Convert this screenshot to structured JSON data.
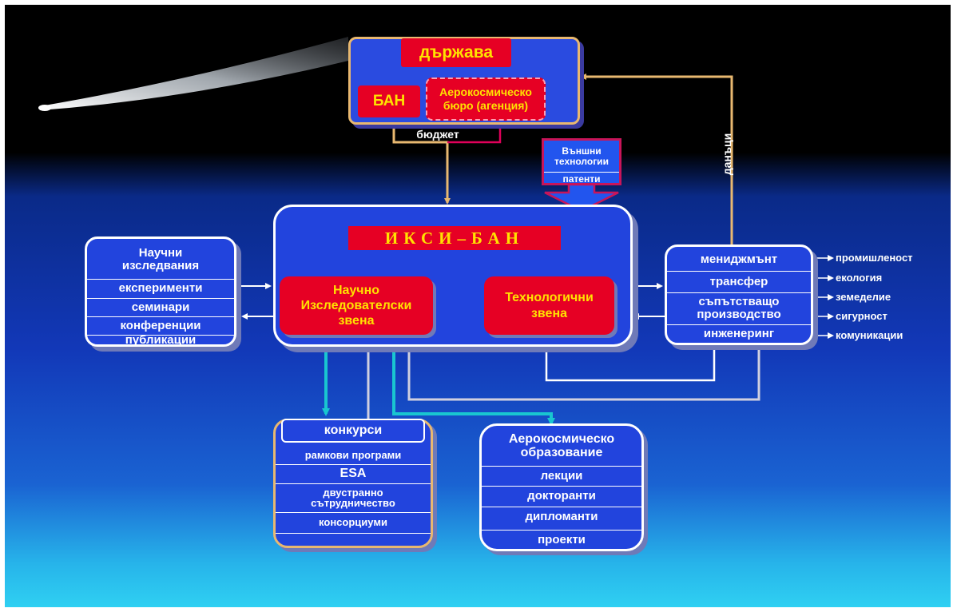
{
  "top": {
    "state": "държава",
    "ban": "БАН",
    "agency": "Аерокосмическо бюро (агенция)",
    "budget": "бюджет",
    "taxes": "данъци"
  },
  "external": [
    "Външни технологии",
    "патенти"
  ],
  "center": {
    "title": "ИКСИ–БАН",
    "research_units": "Научно Изследователски звена",
    "tech_units": "Технологични звена"
  },
  "left_list": [
    "Научни изследвания",
    "експерименти",
    "семинари",
    "конференции",
    "публикации"
  ],
  "right_list": [
    "мениджмънт",
    "трансфер",
    "съпътстващо производство",
    "инженеринг"
  ],
  "sectors": [
    "промишленост",
    "екология",
    "земеделие",
    "сигурност",
    "комуникации"
  ],
  "funding": {
    "header": "конкурси",
    "items": [
      "рамкови програми",
      "ESA",
      "двустранно сътрудничество",
      "консорциуми"
    ]
  },
  "education": {
    "header": "Аерокосмическо образование",
    "items": [
      "лекции",
      "докторанти",
      "дипломанти",
      "проекти"
    ]
  },
  "colors": {
    "accent_red": "#e60024",
    "accent_yellow": "#ffe200",
    "box_blue": "#2244dd",
    "arrow_tan": "#e8b870",
    "arrow_cyan": "#19c6d0"
  }
}
